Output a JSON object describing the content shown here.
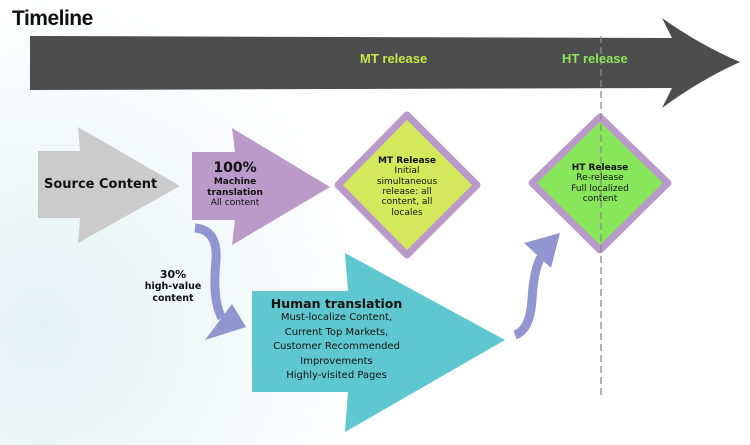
{
  "title": "Timeline",
  "timeline": {
    "mt_label": "MT release",
    "ht_label": "HT release"
  },
  "source": {
    "label": "Source Content"
  },
  "machine": {
    "percent": "100%",
    "line1": "Machine",
    "line2": "translation",
    "line3": "All content"
  },
  "mt_release": {
    "title": "MT Release",
    "lines": [
      "Initial",
      "simultaneous",
      "release: all",
      "content, all",
      "locales"
    ]
  },
  "ht_release": {
    "title": "HT Release",
    "lines": [
      "Re-release",
      "Full localized",
      "content"
    ]
  },
  "split": {
    "percent": "30%",
    "line1": "high-value",
    "line2": "content"
  },
  "human": {
    "title": "Human translation",
    "lines": [
      "Must-localize Content,",
      "Current Top Markets,",
      "Customer Recommended",
      "Improvements",
      "Highly-visited Pages"
    ]
  },
  "colors": {
    "timeline": "#4d4d4d",
    "mt": "#c5e84a",
    "ht": "#8be65b",
    "source": "#cbcbcb",
    "purple": "#b99ac9",
    "teal": "#5fc7cf",
    "curve": "#9096cf"
  }
}
